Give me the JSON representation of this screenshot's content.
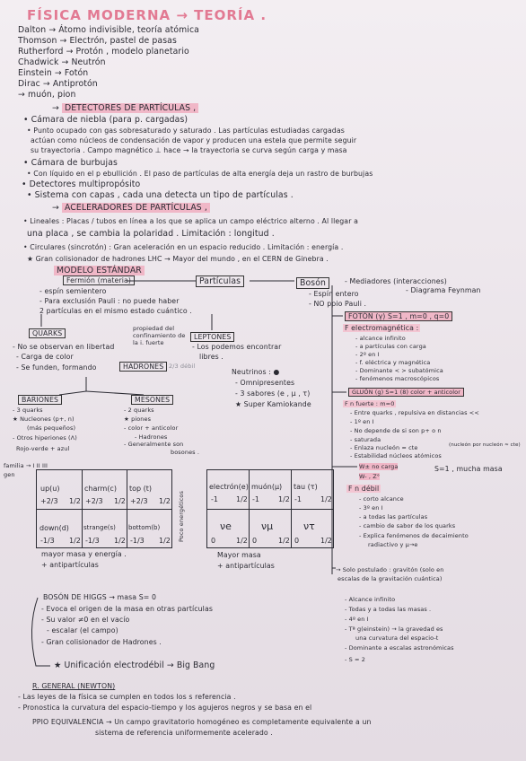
{
  "title": "FÍSICA MODERNA → TEORÍA .",
  "history": [
    "Dalton → Átomo indivisible, teoría atómica",
    "Thomson → Electrón, pastel de pasas",
    "Rutherford → Protón , modelo planetario",
    "Chadwick → Neutrón",
    "Einstein → Fotón",
    "Dirac → Antiprotón",
    "→ muón, pion"
  ],
  "detectores": {
    "heading": "DETECTORES DE PARTÍCULAS ,",
    "lines": [
      "• Cámara de niebla (para p. cargadas)",
      "• Punto ocupado con gas sobresaturado y saturado . Las partículas estudiadas cargadas",
      "actúan como núcleos de condensación de vapor y producen una estela que permite seguir",
      "su trayectoria . Campo magnético ⊥ hace → la trayectoria se curva según carga y masa",
      "• Cámara de burbujas",
      "• Con líquido en el p ebullición . El paso de partículas de alta energía deja un rastro de burbujas",
      "• Detectores multipropósito",
      "• Sistema con capas , cada una detecta un tipo de partículas ."
    ]
  },
  "aceleradores": {
    "heading": "ACELERADORES DE PARTÍCULAS ,",
    "lines": [
      "• Lineales : Placas / tubos en línea a los que se aplica un campo eléctrico alterno . Al llegar a",
      "una placa , se cambia la polaridad . Limitación : longitud .",
      "• Circulares (sincrotón) : Gran aceleración en un espacio reducido . Limitación : energía .",
      "★ Gran colisionador de hadrones LHC → Mayor del mundo , en el CERN de Ginebra ."
    ]
  },
  "modelo": {
    "heading": "MODELO ESTÁNDAR",
    "fermion": "Fermión (materia)",
    "particulas": "Partículas",
    "boson": "Bosón",
    "boson_desc": "- Mediadores (interacciones)",
    "boson_desc2": "- Diagrama Feynman",
    "fermion_props": [
      "- espín semientero",
      "- Para exclusión Pauli : no puede haber",
      "2 partículas en el mismo estado cuántico ."
    ],
    "boson_props": [
      "- Espín entero",
      "- NO ppio Pauli ."
    ],
    "quarks": "QUARKS",
    "quarks_side": "propiedad del confinamiento de la i. fuerte",
    "quarks_props": [
      "- No se observan en libertad",
      "- Carga de color",
      "- Se funden, formando"
    ],
    "hadrones": "HADRONES",
    "hadrones_note": "2/3 débil",
    "leptones": "LEPTONES",
    "leptones_props": [
      "- Los podemos encontrar",
      "libres ."
    ],
    "neutrinos": [
      "Neutrinos : ●",
      "- Omnipresentes",
      "- 3 sabores (e , μ , τ)",
      "★ Super Kamiokande"
    ],
    "bariones": "BARIONES",
    "bariones_props": [
      "- 3 quarks",
      "★ Nucleones (p+, n)",
      "(más pequeños)",
      "- Otros hiperiones (Λ)",
      "Rojo-verde + azul"
    ],
    "mesones": "MESONES",
    "mesones_props": [
      "- 2 quarks",
      "★ piones",
      "- color + anticolor",
      "- Hadrones",
      "- Generalmente son",
      "bosones ."
    ],
    "familia_label": "familia →   I       II       III",
    "gen_label": "gen",
    "quark_table": [
      [
        "up(u)",
        "+2/3",
        "1/2",
        "charm(c)",
        "+2/3",
        "1/2",
        "top (t)",
        "+2/3",
        "1/2"
      ],
      [
        "down(d)",
        "-1/3",
        "1/2",
        "strange(s)",
        "-1/3",
        "1/2",
        "bottom(b)",
        "-1/3",
        "1/2"
      ]
    ],
    "quark_footer": [
      "mayor masa y energía .",
      "+ antipartículas"
    ],
    "lepton_table": [
      [
        "electrón(e)",
        "-1",
        "1/2",
        "muón(μ)",
        "-1",
        "1/2",
        "tau (τ)",
        "-1",
        "1/2"
      ],
      [
        "νe",
        "0",
        "1/2",
        "νμ",
        "0",
        "1/2",
        "ντ",
        "0",
        "1/2"
      ]
    ],
    "lepton_side": "Poco energéticos",
    "lepton_footer": [
      "Mayor masa",
      "+ antipartículas"
    ]
  },
  "fuerzas": {
    "foton": "FOTÓN (γ) S=1 , m=0 , q=0",
    "em": "F electromagnética :",
    "em_props": [
      "- alcance infinito",
      "- a partículas con carga",
      "- 2º en I",
      "- f. eléctrica y magnética",
      "- Dominante < > subatómica",
      "- fenómenos macroscópicos"
    ],
    "gluon": "GLUÓN (g) S=1  (8) color + anticolor",
    "fuerte": "F n fuerte : m=0",
    "fuerte_props": [
      "- Entre quarks , repulsiva en distancias <<",
      "- 1º en I",
      "- No depende de si son p+ o n",
      "- saturada",
      "- Enlaza nucleón ≈ cte",
      "- Estabilidad núcleos atómicos"
    ],
    "fuerte_side": "(nucleón por nucleón ≈ cte)",
    "bosonesW": "W±  no carga",
    "bosonW_spin": "S=1 , mucha masa",
    "bosonZ": "W- , Z°",
    "debil": "F n débil",
    "debil_props": [
      "- corto alcance",
      "- 3º en I",
      "- a todas las partículas",
      "- cambio de sabor de los quarks",
      "- Explica fenómenos de decaimiento",
      "radiactivo y μ→e"
    ],
    "gravedad_head": "→ Solo postulado : gravitón (solo en",
    "gravedad_head2": "escalas de la gravitación cuántica)",
    "gravedad_props": [
      "- Alcance infinito",
      "- Todas y a todas las masas .",
      "- 4º en I",
      "- Tª g(einstein) → la gravedad es",
      "una curvatura del espacio-t",
      "- Dominante a escalas astronómicas",
      "- S = 2"
    ]
  },
  "higgs": {
    "line": "BOSÓN DE HIGGS → masa S= 0",
    "props": [
      "- Evoca el origen de la masa en otras partículas",
      "- Su valor ≠0 en el vacío",
      "- escalar (el campo)",
      "- Gran colisionador de Hadrones ."
    ],
    "unif": "★ Unificación electrodébil → Big Bang"
  },
  "relatividad": {
    "heading": "R. GENERAL (NEWTON)",
    "lines": [
      "- Las leyes de la física se cumplen en todos los s referencia .",
      "- Pronostica la curvatura del espacio-tiempo y los agujeros negros y se basa en el",
      "PPIO EQUIVALENCIA → Un campo gravitatorio homogéneo es completamente equivalente a un",
      "sistema de referencia uniformemente acelerado ."
    ]
  }
}
